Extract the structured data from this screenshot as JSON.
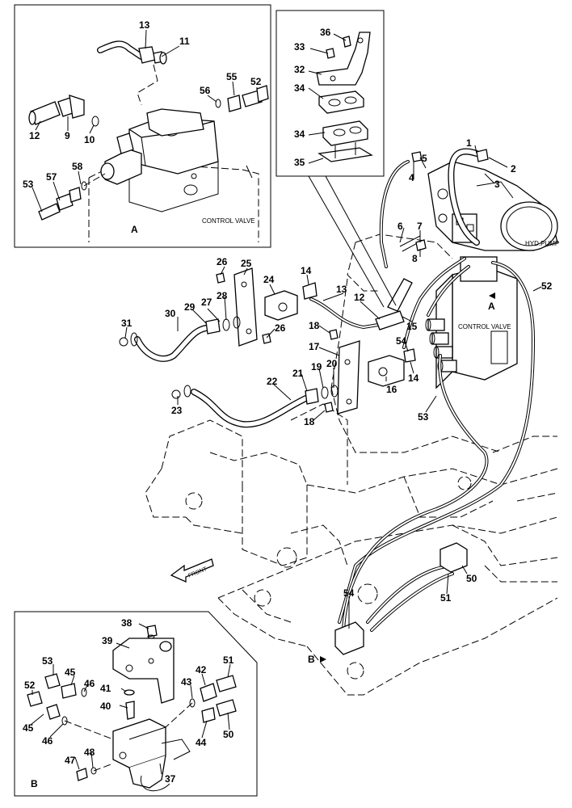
{
  "labels": {
    "control_valve_inset": "CONTROL VALVE",
    "control_valve_main": "CONTROL VALVE",
    "hyd_pump": "HYD.PUMP",
    "front": "FRONT",
    "view_a": "A",
    "view_b": "B",
    "ref_a": "A",
    "ref_b": "B"
  },
  "callouts": {
    "inset_a": [
      "13",
      "11",
      "55",
      "52",
      "56",
      "12",
      "9",
      "10",
      "53",
      "57",
      "58"
    ],
    "inset_top": [
      "36",
      "33",
      "32",
      "34",
      "34",
      "35"
    ],
    "main": [
      "1",
      "2",
      "3",
      "4",
      "5",
      "6",
      "7",
      "8",
      "26",
      "25",
      "24",
      "14",
      "13",
      "12",
      "15",
      "54",
      "18",
      "17",
      "20",
      "19",
      "16",
      "14",
      "18",
      "28",
      "27",
      "29",
      "30",
      "31",
      "22",
      "21",
      "23",
      "52",
      "53",
      "50",
      "51",
      "54"
    ],
    "inset_b": [
      "38",
      "39",
      "51",
      "42",
      "53",
      "45",
      "46",
      "52",
      "41",
      "43",
      "40",
      "45",
      "46",
      "44",
      "50",
      "47",
      "48",
      "37"
    ]
  },
  "colors": {
    "line": "#000000",
    "background": "#ffffff"
  }
}
